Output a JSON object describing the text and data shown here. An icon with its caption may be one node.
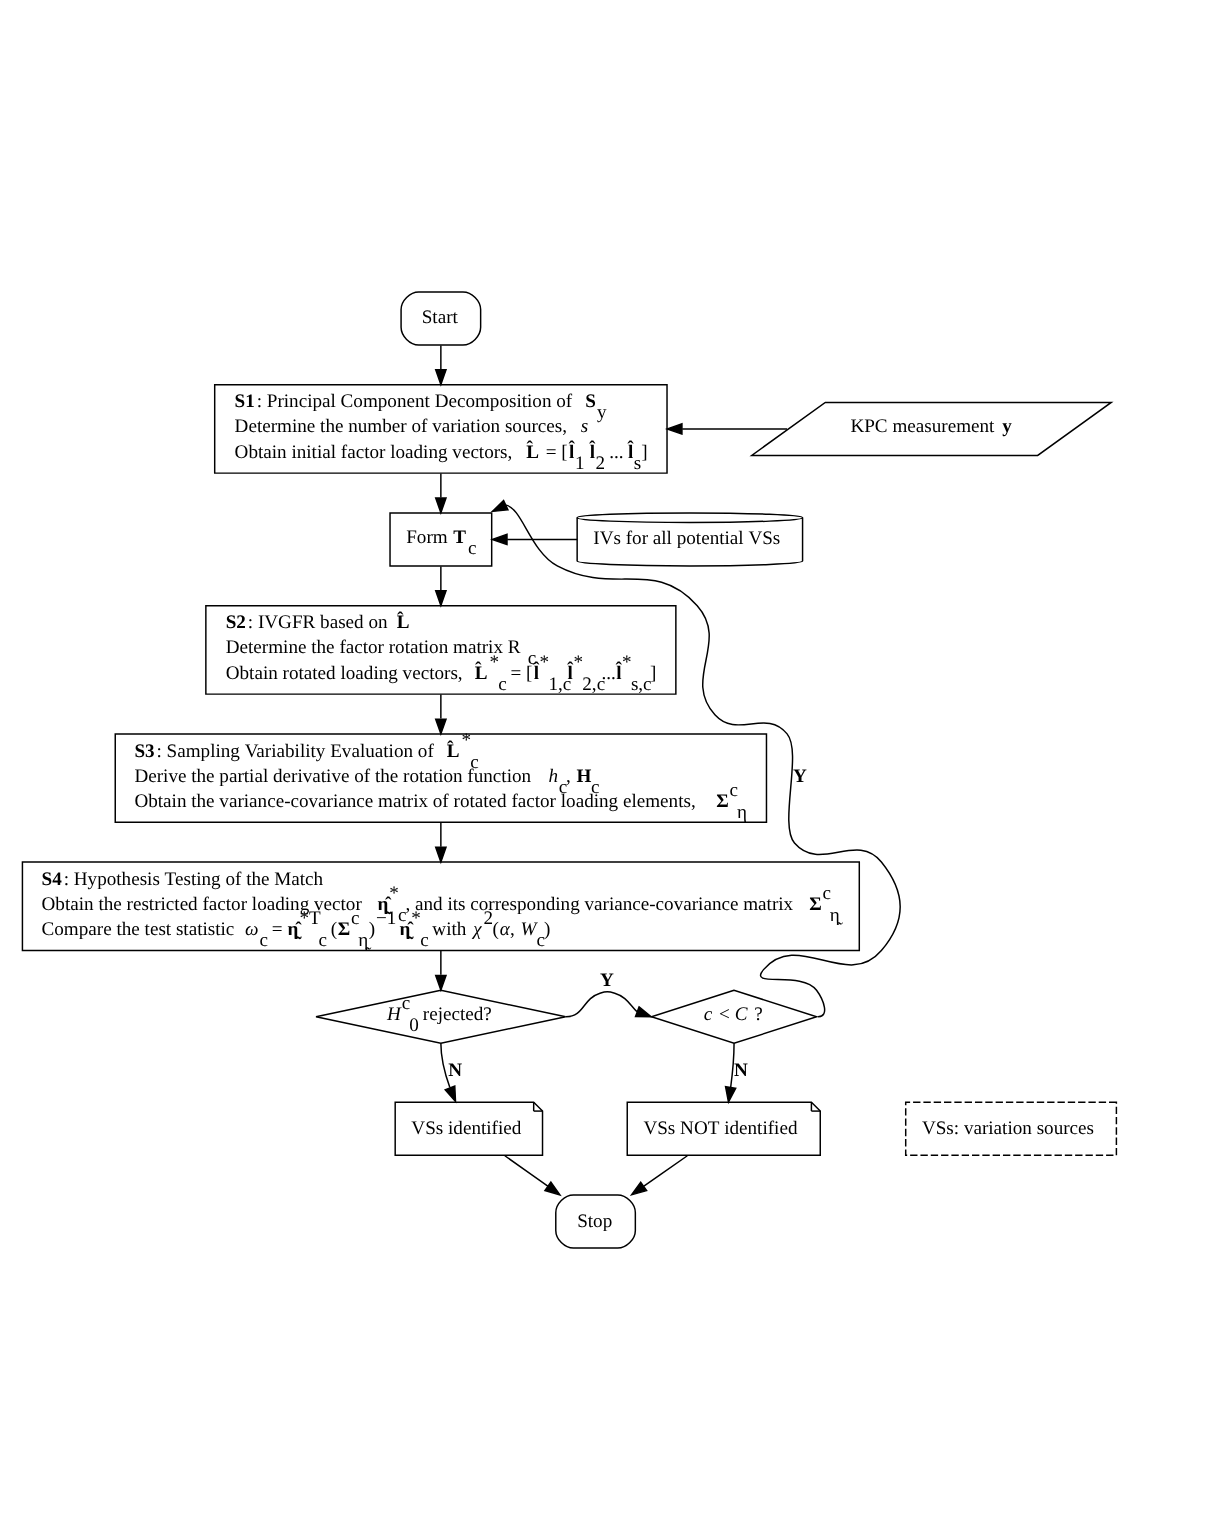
{
  "diagram": {
    "nodes": [
      {
        "text": [
          "Start"
        ]
      },
      {
        "text": [
          "**S1**: Principal Component Decomposition of **S**$_{y}$",
          "Determine the number of variation sources, *s*",
          "Obtain initial factor loading vectors, **L̂** = [**l̂**$_{1}$ **l̂**$_{2}$ ... **l̂**$_{s}$]"
        ]
      },
      {
        "text": [
          "KPC measurement **y**"
        ]
      },
      {
        "text": [
          "Form **T**$_{c}$"
        ]
      },
      {
        "text": [
          "IVs for all potential VSs"
        ]
      },
      {
        "text": [
          "**S2**: IVGFR based on **L̂**",
          "Determine the factor rotation matrix R$_{c}$",
          "Obtain rotated loading vectors, **L̂**$^{*}$$_{c}$ = [**l̂**$^{*}$$_{1,c}$**l̂**$^{*}$$_{2,c}$...**l̂**$^{*}$$_{s,c}$]"
        ]
      },
      {
        "text": [
          "**S3**: Sampling Variability Evaluation of **L̂**$^{*}$$_{c}$",
          "Derive the partial derivative of the rotation function *h*$_{c}$, **H**$_{c}$",
          "Obtain the variance-covariance matrix of rotated factor loading elements, **Σ**$^{c}$$_{η}$"
        ]
      },
      {
        "text": [
          "**S4**: Hypothesis Testing of the Match",
          "Obtain the restricted factor loading vector **η̰̂**$^{*}$$_{c}$, and its corresponding variance-covariance matrix **Σ**$^{c}$$_{η̰}$",
          "Compare the test statistic *ω*$_{c}$ = **η̰̂**$^{*T}$$_{c}$ (**Σ**$^{c}$$_{η̰}$)$^{−1}$ **η̰̂**$^{*}$$_{c}$ with *χ*$^{2}$(*α*, *W*$_{c}$)"
        ]
      },
      {
        "text": [
          "*H*$^{c}$$_{0}$ rejected?"
        ]
      },
      {
        "text": [
          "*c* < *C* ?"
        ]
      },
      {
        "text": [
          "VSs NOT identified"
        ]
      },
      {
        "text": [
          "VSs identified"
        ]
      },
      {
        "text": [
          "Stop"
        ]
      },
      {
        "text": [
          "VSs: variation sources"
        ]
      }
    ],
    "edges": [
      {
        "from": 0,
        "to": 1,
        "arrow": "to"
      },
      {
        "from": 2,
        "to": 1,
        "arrow": "to"
      },
      {
        "from": 1,
        "to": 3,
        "arrow": "to"
      },
      {
        "from": 4,
        "to": 3,
        "arrow": "to"
      },
      {
        "from": 3,
        "to": 5,
        "arrow": "to"
      },
      {
        "from": 5,
        "to": 6,
        "arrow": "to"
      },
      {
        "from": 6,
        "to": 7,
        "arrow": "to"
      },
      {
        "from": 7,
        "to": 8,
        "arrow": "to"
      },
      {
        "from": 8,
        "to": 9,
        "arrow": "to",
        "label": "Y"
      },
      {
        "from": 8,
        "to": 11,
        "arrow": "to",
        "label": "N"
      },
      {
        "from": 9,
        "to": 3,
        "arrow": "to",
        "label": "Y"
      },
      {
        "from": 9,
        "to": 10,
        "arrow": "to",
        "label": "N"
      },
      {
        "from": 10,
        "to": 12,
        "arrow": "to"
      },
      {
        "from": 11,
        "to": 12,
        "arrow": "to"
      }
    ]
  }
}
